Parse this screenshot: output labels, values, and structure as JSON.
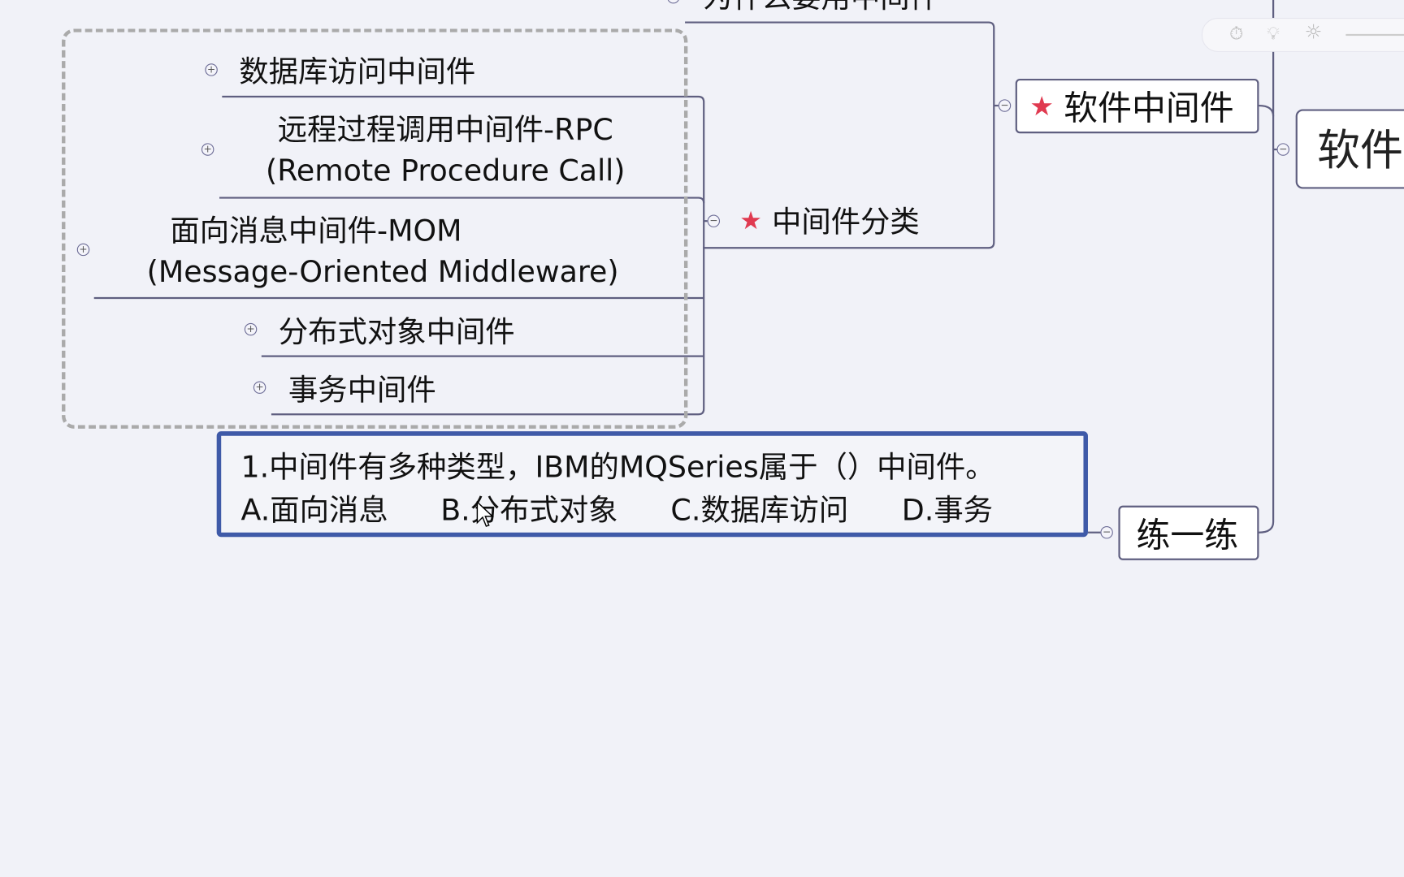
{
  "map": {
    "top_partial_node": "为什么要用中间件",
    "branch_node": "软件中间件",
    "root_node_partial": "软件",
    "category_node": "中间件分类",
    "categories": [
      {
        "lines": [
          "数据库访问中间件"
        ]
      },
      {
        "lines": [
          "远程过程调用中间件-RPC",
          "(Remote Procedure Call)"
        ]
      },
      {
        "lines": [
          "面向消息中间件-MOM",
          "(Message-Oriented Middleware)"
        ]
      },
      {
        "lines": [
          "分布式对象中间件"
        ]
      },
      {
        "lines": [
          "事务中间件"
        ]
      }
    ],
    "practice_node": "练一练",
    "question": {
      "text": "1.中间件有多种类型，IBM的MQSeries属于（）中间件。",
      "options": [
        "A.面向消息",
        "B.分布式对象",
        "C.数据库访问",
        "D.事务"
      ]
    }
  },
  "toolbar": {
    "icons": [
      "timer-icon",
      "lightbulb-icon",
      "brightness-icon",
      "zoom-slider"
    ]
  },
  "colors": {
    "star": "#e03a50",
    "question_border": "#3f5aa8",
    "line": "#5f5f80",
    "background": "#f1f2f8"
  }
}
